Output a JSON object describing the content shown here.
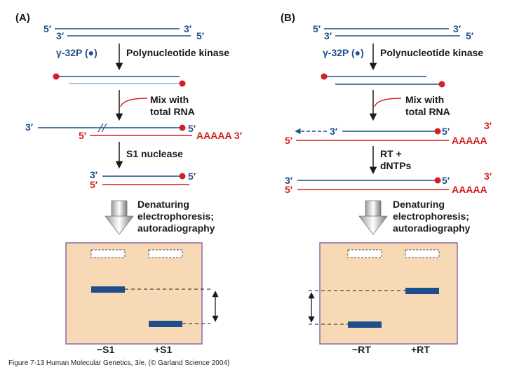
{
  "colors": {
    "dna": "#1f4e8c",
    "rna": "#d42020",
    "gel_fill": "#f8d9b6",
    "gel_border": "#8a6aa6",
    "band": "#1f4e8c"
  },
  "panel_a": {
    "label": "(A)",
    "top_strand_left": "5′",
    "top_strand_right": "3′",
    "bottom_strand_left": "3′",
    "bottom_strand_right": "5′",
    "label_reagent": "γ-32P (●)",
    "step1": "Polynucleotide kinase",
    "step2_line1": "Mix with",
    "step2_line2": "total RNA",
    "hybrid_dna_3": "3′",
    "hybrid_dna_5": "5′",
    "hybrid_rna_5": "5′",
    "hybrid_polyA": "AAAAA 3′",
    "step3": "S1 nuclease",
    "protected_3": "3′",
    "protected_5_left": "5′",
    "protected_5_right": "5′",
    "step4_line1": "Denaturing",
    "step4_line2": "electrophoresis;",
    "step4_line3": "autoradiography",
    "lane_left": "−S1",
    "lane_right": "+S1"
  },
  "panel_b": {
    "label": "(B)",
    "top_strand_left": "5′",
    "top_strand_right": "3′",
    "bottom_strand_left": "3′",
    "bottom_strand_right": "5′",
    "label_reagent": "γ-32P (●)",
    "step1": "Polynucleotide kinase",
    "step2_line1": "Mix with",
    "step2_line2": "total RNA",
    "hybrid_dna_3": "3′",
    "hybrid_dna_5": "5′",
    "hybrid_rna_3": "3′",
    "hybrid_rna_5": "5′",
    "hybrid_polyA": "AAAAA",
    "step3_line1": "RT +",
    "step3_line2": "dNTPs",
    "ext_3": "3′",
    "ext_5_left": "5′",
    "ext_5_right": "5′",
    "ext_rna_3": "3′",
    "ext_polyA": "AAAAA",
    "step4_line1": "Denaturing",
    "step4_line2": "electrophoresis;",
    "step4_line3": "autoradiography",
    "lane_left": "−RT",
    "lane_right": "+RT"
  },
  "caption": "Figure 7-13  Human Molecular Genetics, 3/e.  (© Garland Science 2004)"
}
